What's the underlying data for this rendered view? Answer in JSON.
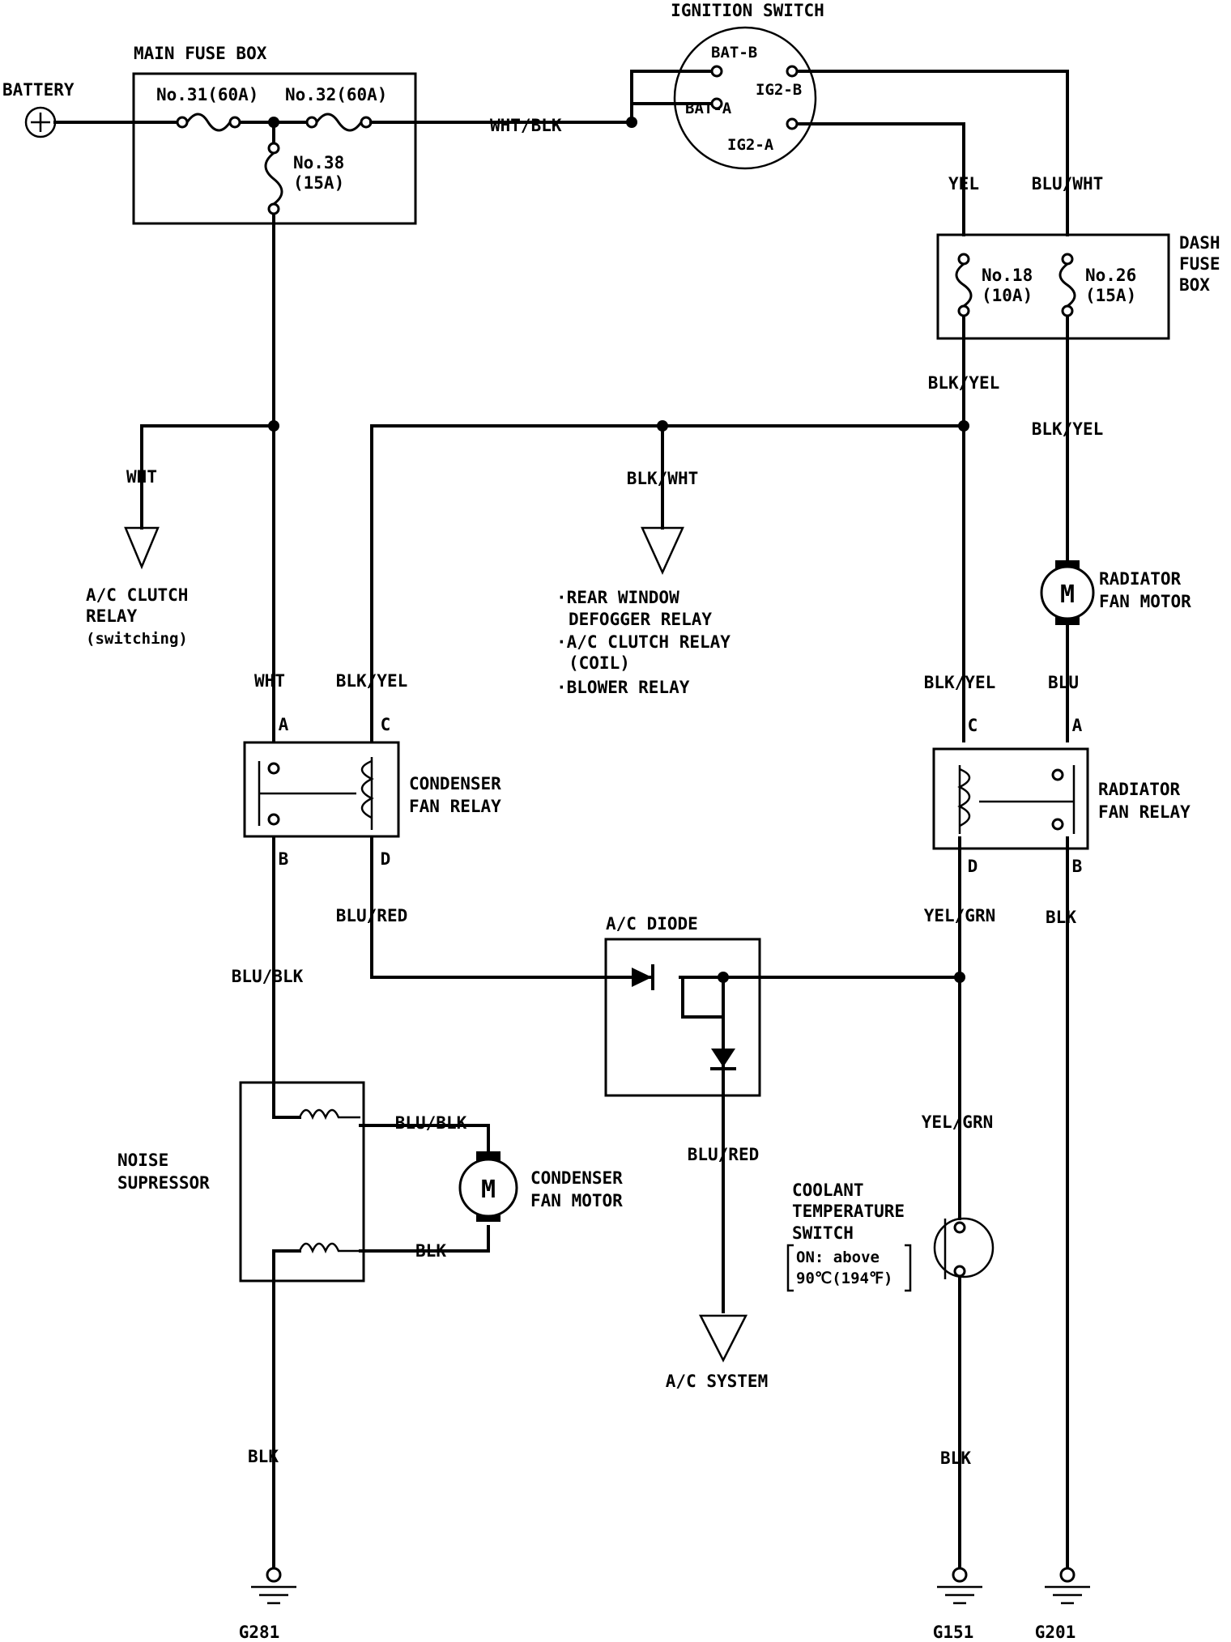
{
  "components": {
    "battery": "BATTERY",
    "main_fuse_box": "MAIN FUSE BOX",
    "fuse31": "No.31(60A)",
    "fuse32": "No.32(60A)",
    "fuse38_num": "No.38",
    "fuse38_amp": "(15A)",
    "ignition_switch": "IGNITION SWITCH",
    "bat_b": "BAT-B",
    "ig2_b": "IG2-B",
    "bat_a": "BAT-A",
    "ig2_a": "IG2-A",
    "dash_fuse_1": "DASH",
    "dash_fuse_2": "FUSE",
    "dash_fuse_3": "BOX",
    "fuse18_num": "No.18",
    "fuse18_amp": "(10A)",
    "fuse26_num": "No.26",
    "fuse26_amp": "(15A)",
    "ac_clutch_relay_1": "A/C CLUTCH",
    "ac_clutch_relay_2": "RELAY",
    "ac_clutch_relay_3": "(switching)",
    "loads_1": "·REAR WINDOW",
    "loads_2": "DEFOGGER RELAY",
    "loads_3": "·A/C CLUTCH RELAY",
    "loads_4": "(COIL)",
    "loads_5": "·BLOWER RELAY",
    "radiator_fan_motor_1": "RADIATOR",
    "radiator_fan_motor_2": "FAN MOTOR",
    "motor_symbol": "M",
    "condenser_fan_relay_1": "CONDENSER",
    "condenser_fan_relay_2": "FAN RELAY",
    "radiator_fan_relay_1": "RADIATOR",
    "radiator_fan_relay_2": "FAN RELAY",
    "ac_diode": "A/C DIODE",
    "noise_supressor_1": "NOISE",
    "noise_supressor_2": "SUPRESSOR",
    "condenser_fan_motor_1": "CONDENSER",
    "condenser_fan_motor_2": "FAN MOTOR",
    "ac_system": "A/C SYSTEM",
    "coolant_switch_1": "COOLANT",
    "coolant_switch_2": "TEMPERATURE",
    "coolant_switch_3": "SWITCH",
    "coolant_switch_4": "ON: above",
    "coolant_switch_5": "90℃(194℉)"
  },
  "pins": {
    "a": "A",
    "b": "B",
    "c": "C",
    "d": "D"
  },
  "wires": {
    "wht_blk": "WHT/BLK",
    "yel": "YEL",
    "blu_wht": "BLU/WHT",
    "blk_yel": "BLK/YEL",
    "wht": "WHT",
    "blk_wht": "BLK/WHT",
    "blu": "BLU",
    "blu_red": "BLU/RED",
    "blu_blk": "BLU/BLK",
    "yel_grn": "YEL/GRN",
    "blk": "BLK"
  },
  "grounds": {
    "g281": "G281",
    "g151": "G151",
    "g201": "G201"
  }
}
